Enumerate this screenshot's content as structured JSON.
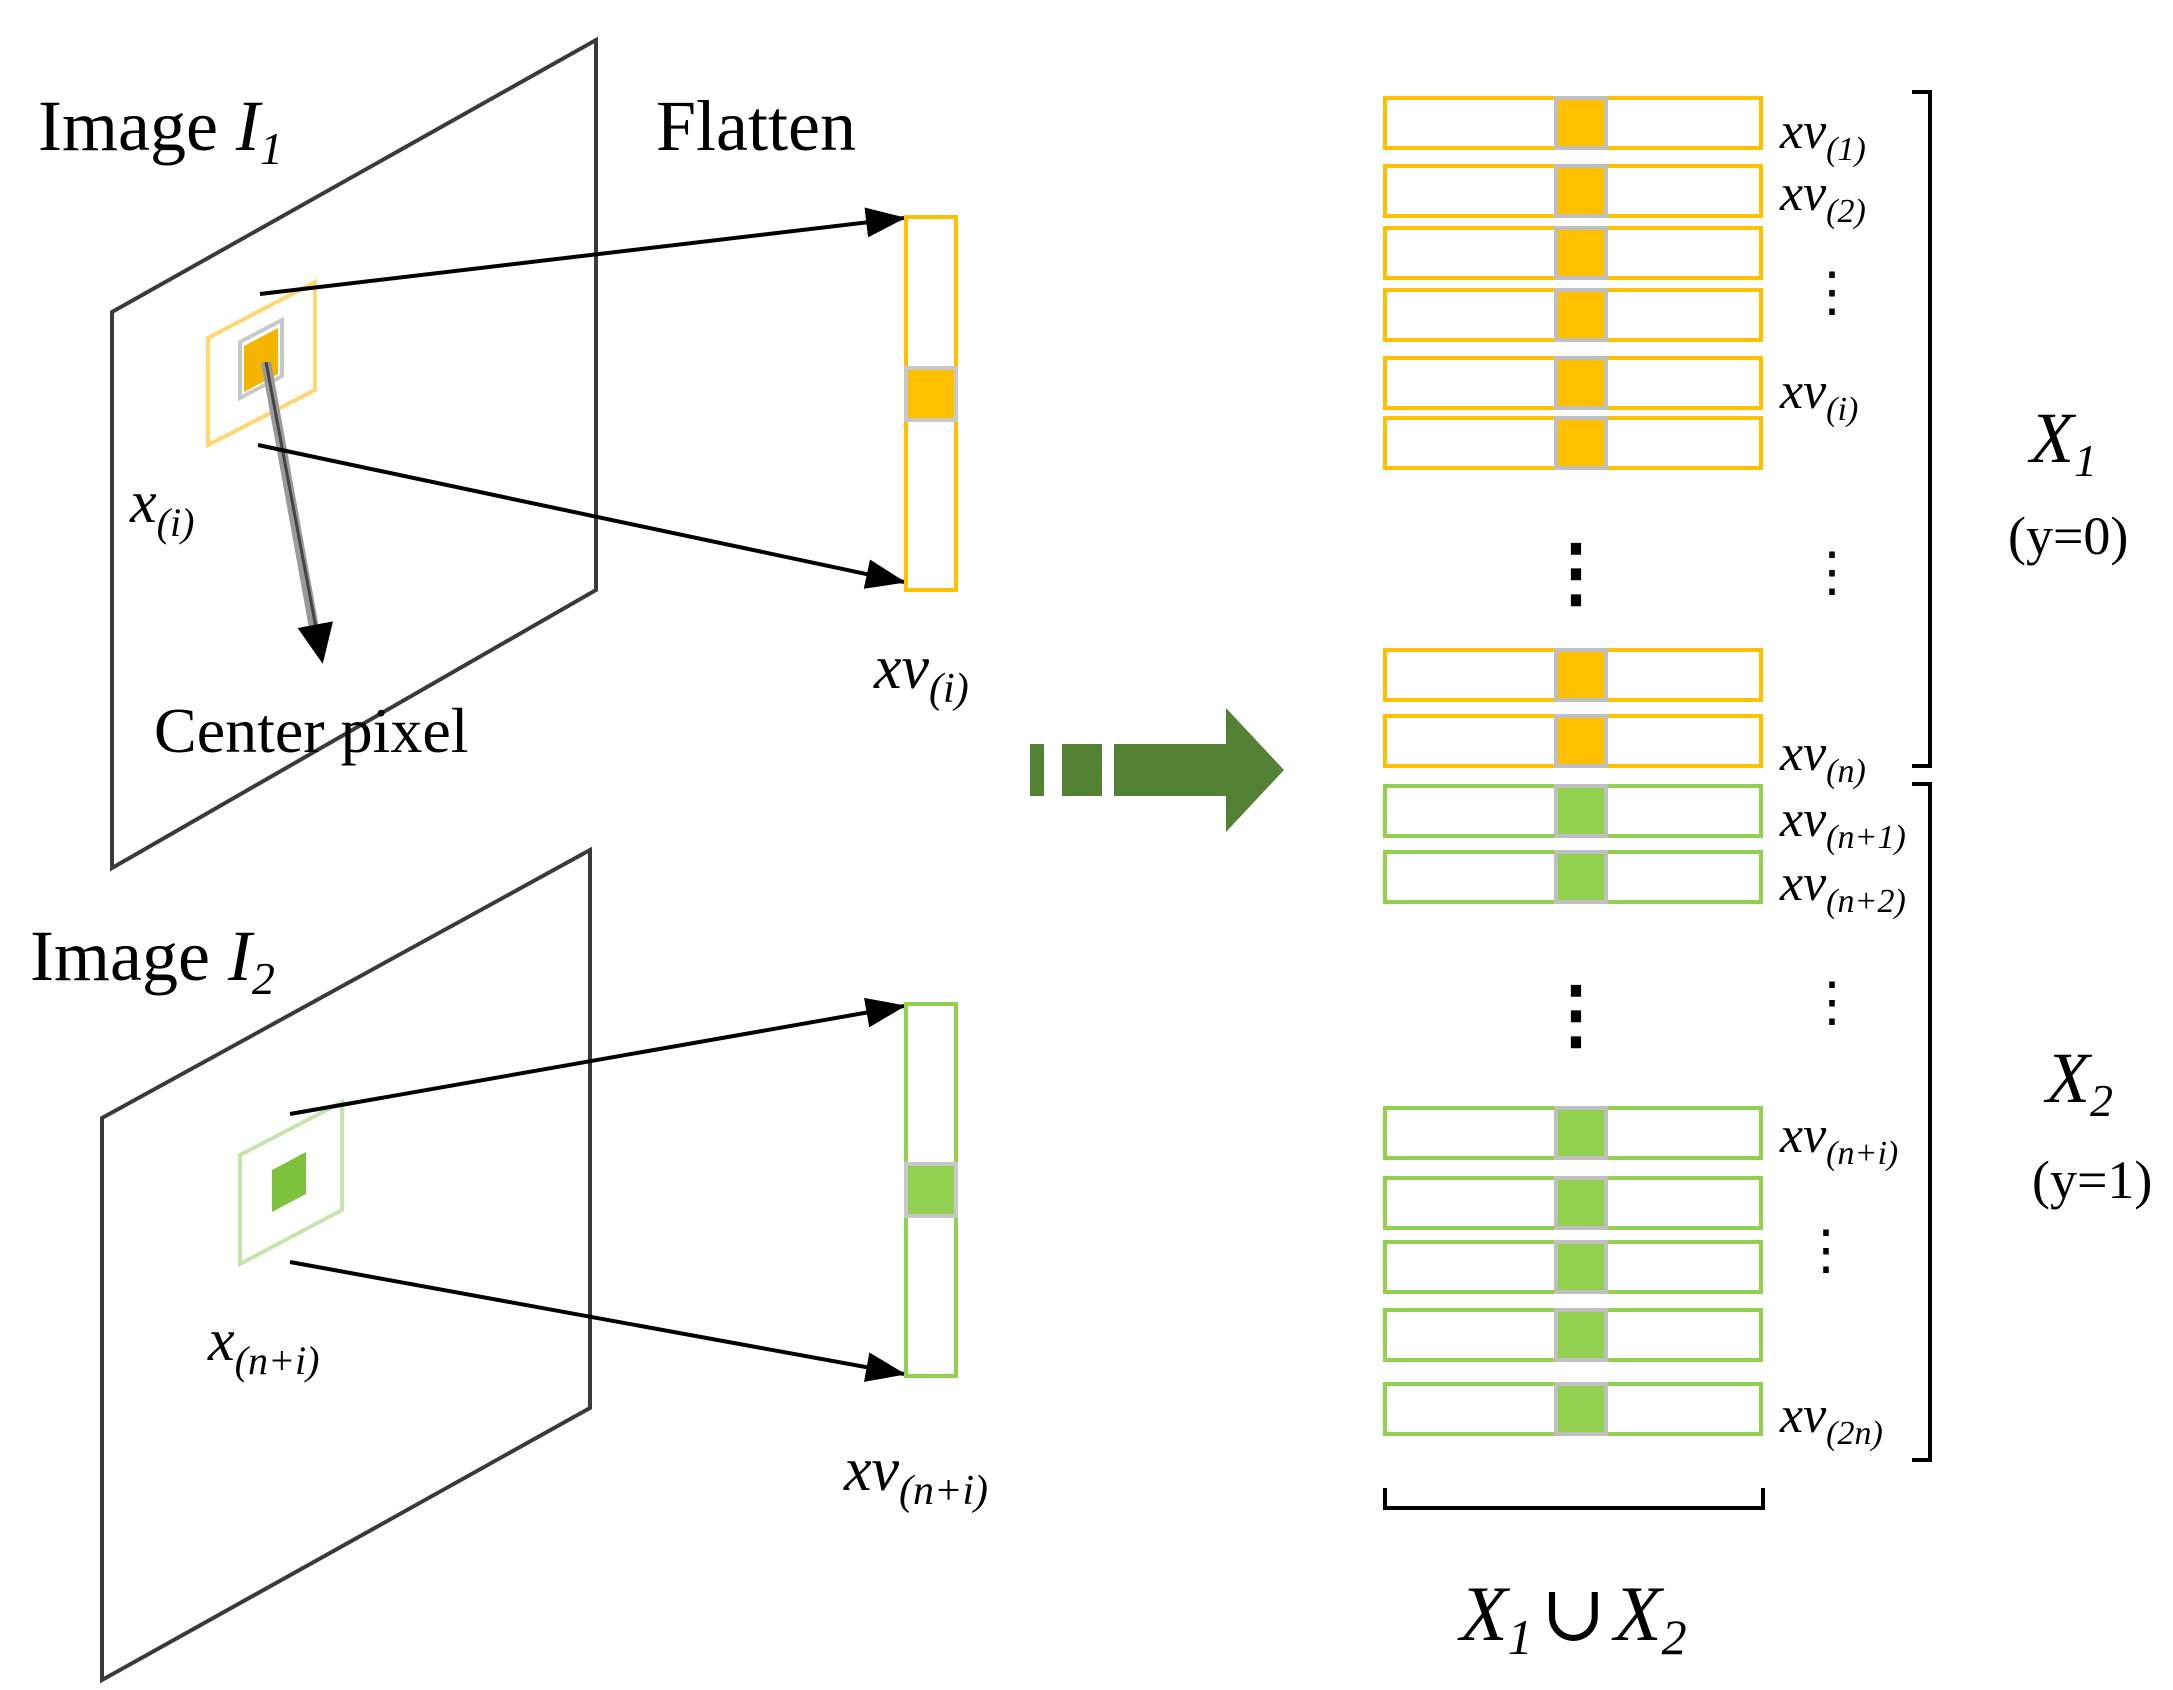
{
  "colors": {
    "orange": "#FFC000",
    "orange_border": "#F5B400",
    "green": "#92D050",
    "green_border": "#8BC85A",
    "gray": "#BFBFBF",
    "frame": "#3A3A3A",
    "arrow_fill": "#548235"
  },
  "labels": {
    "image1": {
      "prefix": "Image ",
      "var": "I",
      "sub": "1"
    },
    "image2": {
      "prefix": "Image ",
      "var": "I",
      "sub": "2"
    },
    "flatten": "Flatten",
    "center_pixel": "Center pixel",
    "x_i": {
      "var": "x",
      "sub": "(i)"
    },
    "x_ni": {
      "var": "x",
      "sub": "(n+i)"
    },
    "xv_i": {
      "var": "xv",
      "sub": "(i)"
    },
    "xv_ni": {
      "var": "xv",
      "sub": "(n+i)"
    },
    "X1": {
      "var": "X",
      "sub": "1",
      "cond": "(y=0)"
    },
    "X2": {
      "var": "X",
      "sub": "2",
      "cond": "(y=1)"
    },
    "union": {
      "a_var": "X",
      "a_sub": "1",
      "op": "∪",
      "b_var": "X",
      "b_sub": "2"
    }
  },
  "vector_stack": {
    "group1": [
      {
        "label_var": "xv",
        "label_sub": "(1)"
      },
      {
        "label_var": "xv",
        "label_sub": "(2)"
      },
      {
        "label_var": "",
        "label_sub": ""
      },
      {
        "label_var": "",
        "label_sub": ""
      },
      {
        "label_var": "xv",
        "label_sub": "(i)"
      },
      {
        "label_var": "",
        "label_sub": ""
      },
      {
        "label_var": "",
        "label_sub": ""
      },
      {
        "label_var": "xv",
        "label_sub": "(n)"
      }
    ],
    "group2": [
      {
        "label_var": "xv",
        "label_sub": "(n+1)"
      },
      {
        "label_var": "xv",
        "label_sub": "(n+2)"
      },
      {
        "label_var": "xv",
        "label_sub": "(n+i)"
      },
      {
        "label_var": "",
        "label_sub": ""
      },
      {
        "label_var": "",
        "label_sub": ""
      },
      {
        "label_var": "",
        "label_sub": ""
      },
      {
        "label_var": "xv",
        "label_sub": "(2n)"
      }
    ]
  },
  "ellipsis": "⋮"
}
